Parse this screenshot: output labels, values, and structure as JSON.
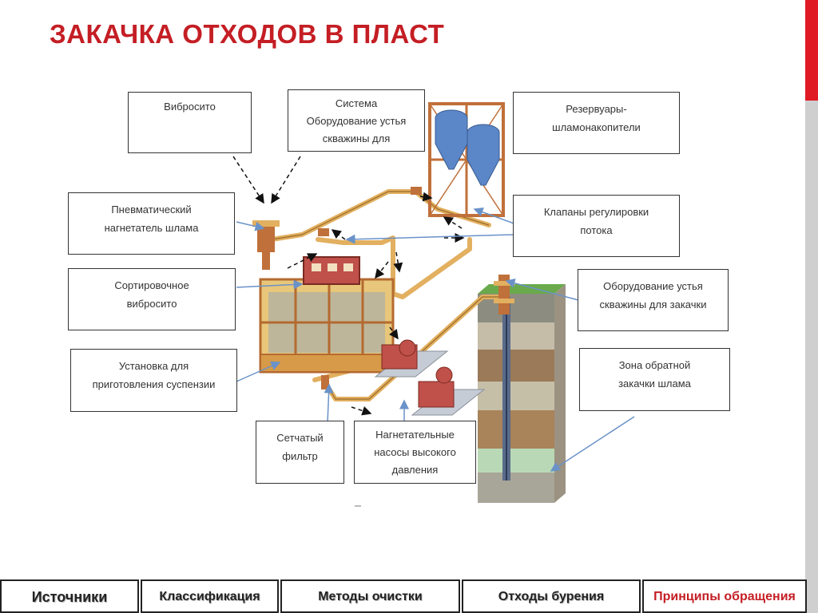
{
  "title": "ЗАКАЧКА ОТХОДОВ В ПЛАСТ",
  "colors": {
    "accent": "#c41e24",
    "accent_bar": "#e01a24",
    "side_grey": "#cfcfcf",
    "pipe": "#e2b060",
    "pipe_dark": "#9a6a28",
    "frame": "#c0703a",
    "tank": "#5b86c8",
    "pump": "#c0504a",
    "arrow": "#6a92c8"
  },
  "labels": {
    "vibrosito": [
      "Вибросито"
    ],
    "sistema": [
      "Система",
      "Оборудование устья",
      "скважины для"
    ],
    "rezervuary": [
      "Резервуары-",
      "шламонакопители"
    ],
    "pnevmo": [
      "Пневматический",
      "нагнетатель шлама"
    ],
    "klapany": [
      "Клапаны регулировки",
      "потока"
    ],
    "sortir": [
      "Сортировочное",
      "вибросито"
    ],
    "oborud": [
      "Оборудование устья",
      "скважины для закачки"
    ],
    "ustanovka": [
      "Установка для",
      "приготовления суспензии"
    ],
    "zona": [
      "Зона обратной",
      "закачки шлама"
    ],
    "filtr": [
      "Сетчатый",
      "фильтр"
    ],
    "nasosy": [
      "Нагнетательные",
      "насосы высокого",
      "давления"
    ]
  },
  "nav": [
    "Источники",
    "Классификация",
    "Методы очистки",
    "Отходы бурения",
    "Принципы обращения"
  ]
}
